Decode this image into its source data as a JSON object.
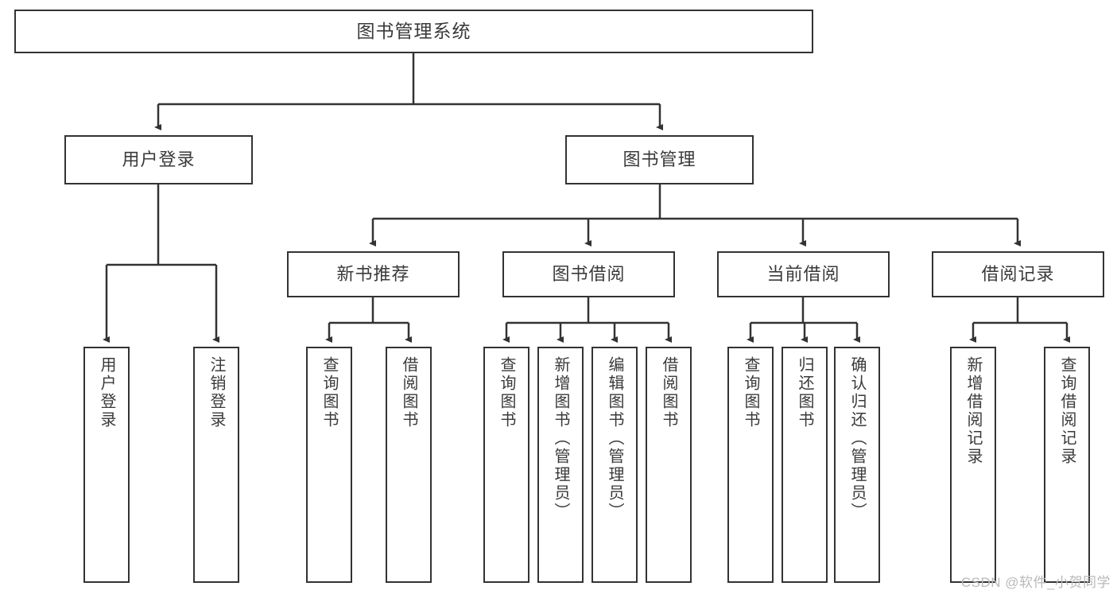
{
  "diagram": {
    "title": "图书管理系统",
    "type": "hierarchy-tree",
    "colors": {
      "box_border": "#333333",
      "box_fill": "#ffffff",
      "text": "#3a3a3a",
      "connector": "#333333",
      "watermark": "#b9b9b9",
      "background": "#ffffff"
    },
    "levels": {
      "root": {
        "label": "图书管理系统"
      },
      "level2": [
        {
          "label": "用户登录"
        },
        {
          "label": "图书管理"
        }
      ],
      "level3": [
        {
          "label": "新书推荐"
        },
        {
          "label": "图书借阅"
        },
        {
          "label": "当前借阅"
        },
        {
          "label": "借阅记录"
        }
      ],
      "leaves": {
        "user_login": [
          {
            "label": "用户登录"
          },
          {
            "label": "注销登录"
          }
        ],
        "new_book_recommend": [
          {
            "label": "查询图书"
          },
          {
            "label": "借阅图书"
          }
        ],
        "book_borrow": [
          {
            "label": "查询图书"
          },
          {
            "label": "新增图书（管理员）"
          },
          {
            "label": "编辑图书（管理员）"
          },
          {
            "label": "借阅图书"
          }
        ],
        "current_borrow": [
          {
            "label": "查询图书"
          },
          {
            "label": "归还图书"
          },
          {
            "label": "确认归还（管理员）"
          }
        ],
        "borrow_records": [
          {
            "label": "新增借阅记录"
          },
          {
            "label": "查询借阅记录"
          }
        ]
      }
    },
    "watermark": "CSDN @软件_小贺同学"
  }
}
